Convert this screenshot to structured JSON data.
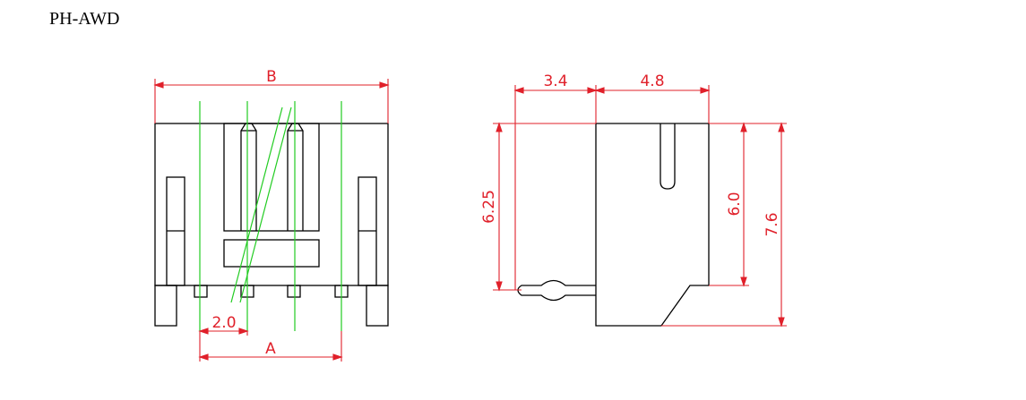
{
  "title": "PH-AWD",
  "colors": {
    "outline": "#000000",
    "dimension": "#e0202a",
    "centerline": "#22cc22"
  },
  "front_view": {
    "dim_B": "B",
    "dim_A": "A",
    "dim_pitch": "2.0"
  },
  "side_view": {
    "dim_width_left": "3.4",
    "dim_width_right": "4.8",
    "dim_height_pin": "6.25",
    "dim_height_body": "6.0",
    "dim_height_total": "7.6"
  }
}
